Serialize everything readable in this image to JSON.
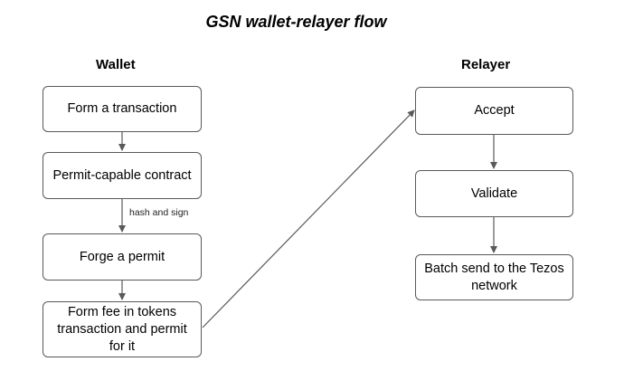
{
  "title": "GSN wallet-relayer flow",
  "wallet": {
    "heading": "Wallet",
    "steps": [
      "Form a transaction",
      "Permit-capable contract",
      "Forge a permit",
      "Form fee in tokens transaction and permit for it"
    ]
  },
  "relayer": {
    "heading": "Relayer",
    "steps": [
      "Accept",
      "Validate",
      "Batch send to the Tezos network"
    ]
  },
  "edge_label": "hash and sign",
  "colors": {
    "border": "#595959",
    "arrow": "#595959"
  }
}
